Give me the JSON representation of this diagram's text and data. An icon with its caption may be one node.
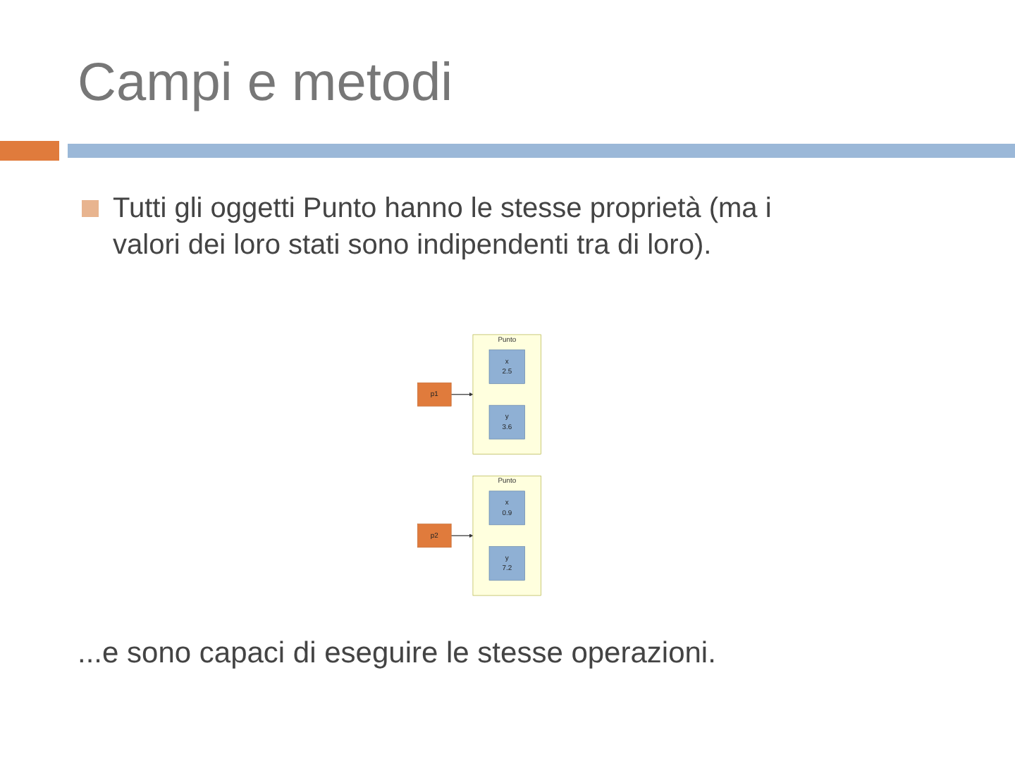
{
  "diagram": {
    "title": "Campi e metodi",
    "nodes": [
      {
        "text": [
          "p1"
        ]
      },
      {
        "text": [
          "Punto"
        ]
      },
      {
        "text": [
          "x",
          "2.5"
        ],
        "in": 1
      },
      {
        "text": [
          "y",
          "3.6"
        ],
        "in": 1
      },
      {
        "text": [
          "p2"
        ]
      },
      {
        "text": [
          "Punto"
        ]
      },
      {
        "text": [
          "x",
          "0.9"
        ],
        "in": 5
      },
      {
        "text": [
          "y",
          "7.2"
        ],
        "in": 5
      }
    ],
    "edges": [
      {
        "from": 0,
        "to": 1,
        "arrow": "to"
      },
      {
        "from": 4,
        "to": 5,
        "arrow": "to"
      }
    ],
    "labels": [
      "Tutti gli oggetti Punto hanno le stesse proprietà (ma i valori dei loro stati sono indipendenti tra di loro).",
      "...e sono capaci di eseguire le stesse operazioni."
    ]
  }
}
